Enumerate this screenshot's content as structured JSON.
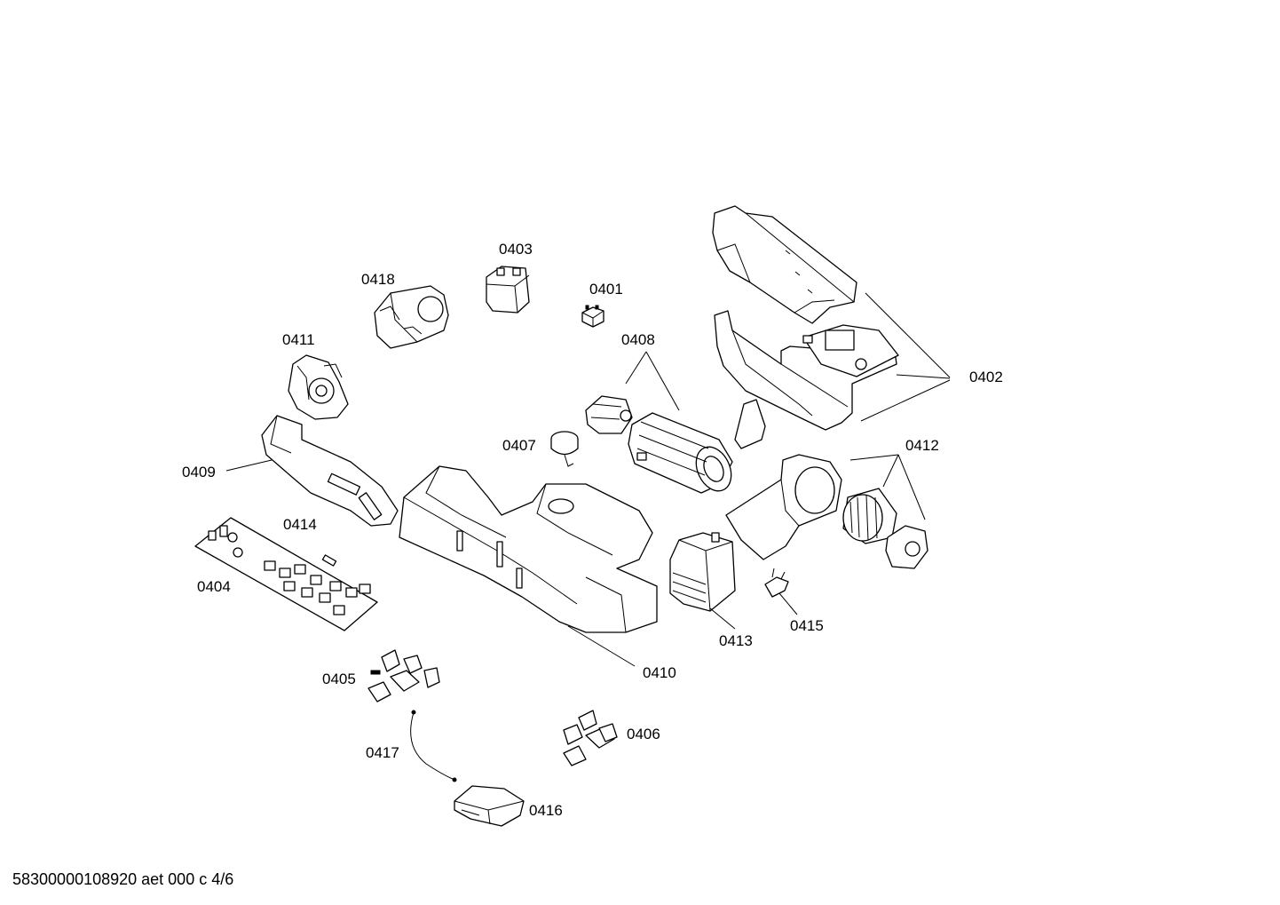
{
  "diagram": {
    "labels": {
      "p0401": "0401",
      "p0402": "0402",
      "p0403": "0403",
      "p0404": "0404",
      "p0405": "0405",
      "p0406": "0406",
      "p0407": "0407",
      "p0408": "0408",
      "p0409": "0409",
      "p0410": "0410",
      "p0411": "0411",
      "p0412": "0412",
      "p0413": "0413",
      "p0414": "0414",
      "p0415": "0415",
      "p0416": "0416",
      "p0417": "0417",
      "p0418": "0418"
    }
  },
  "footer": {
    "code": "58300000108920 aet 000 c 4/6"
  }
}
